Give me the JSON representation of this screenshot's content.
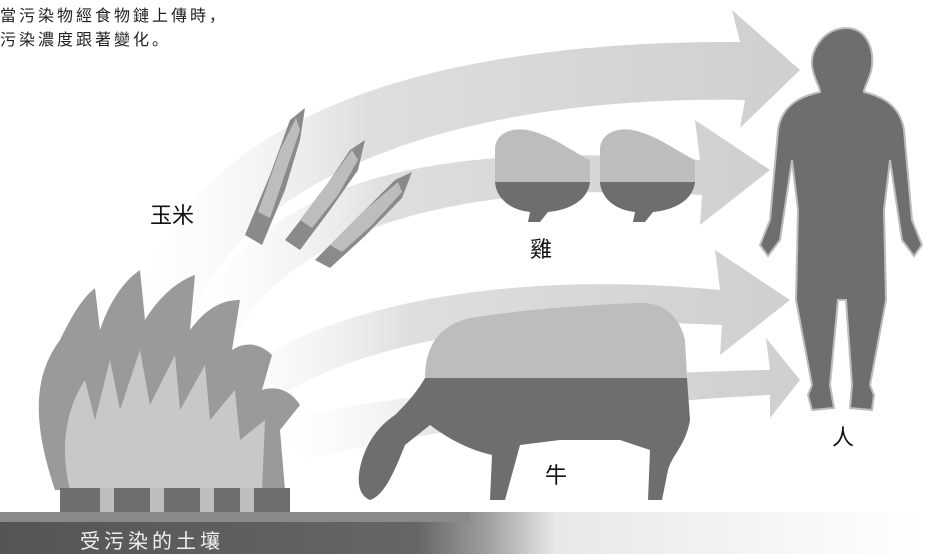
{
  "caption": {
    "line1": "當污染物經食物鏈上傳時，",
    "line2": "污染濃度跟著變化。"
  },
  "labels": {
    "corn": "玉米",
    "chicken": "雞",
    "cow": "牛",
    "human": "人",
    "soil": "受污染的土壤"
  },
  "colors": {
    "arrow": "#d6d6d6",
    "silhouette_light": "#bdbdbd",
    "silhouette_dark": "#6e6e6e",
    "soil_bar": "#5e5e5e"
  }
}
